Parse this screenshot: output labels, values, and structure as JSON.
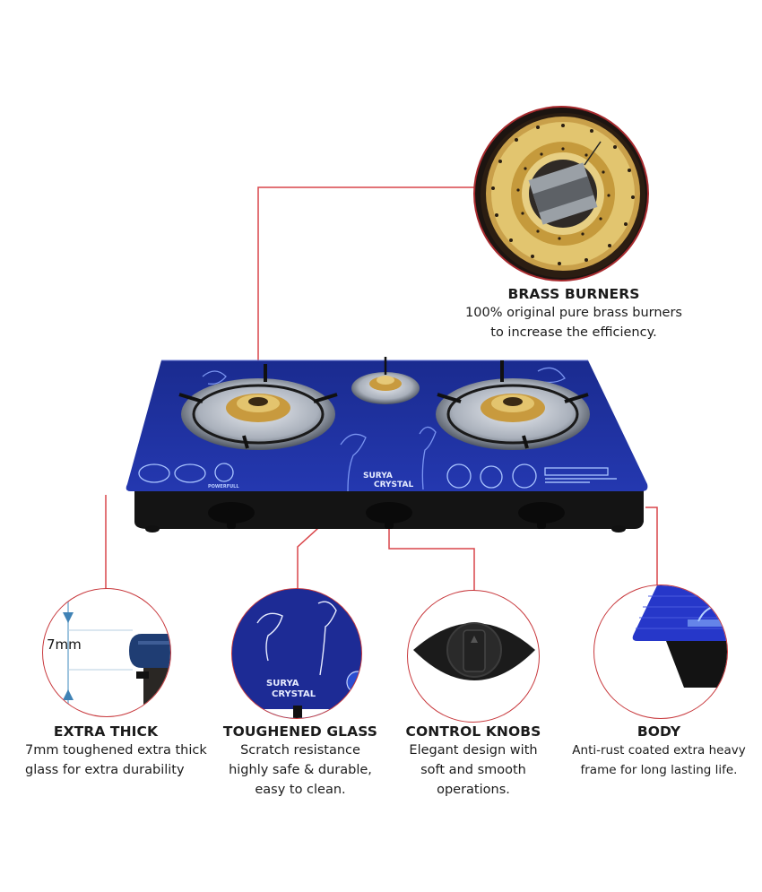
{
  "product": {
    "brand_line1": "SURYA",
    "brand_line2": "CRYSTAL",
    "badge_text": "POWERFULL",
    "colors": {
      "glass_blue": "#1c2f9c",
      "callout_red": "#c8393d",
      "brass": "#d9b04a",
      "body_black": "#141414"
    }
  },
  "features": {
    "brass_burners": {
      "title": "BRASS BURNERS",
      "desc_lines": [
        "100% original pure brass burners",
        "to increase the efficiency."
      ]
    },
    "extra_thick": {
      "title": "EXTRA THICK",
      "desc_lines": [
        "7mm toughened extra thick",
        "glass for extra durability"
      ],
      "measure_label": "7mm"
    },
    "toughened_glass": {
      "title": "TOUGHENED GLASS",
      "desc_lines": [
        "Scratch resistance",
        "highly safe & durable,",
        "easy to clean."
      ]
    },
    "control_knobs": {
      "title": "CONTROL KNOBS",
      "desc_lines": [
        "Elegant design with",
        "soft and smooth",
        "operations."
      ]
    },
    "body": {
      "title": "BODY",
      "desc_lines": [
        "Anti-rust coated extra heavy",
        "frame for long lasting life."
      ]
    }
  }
}
